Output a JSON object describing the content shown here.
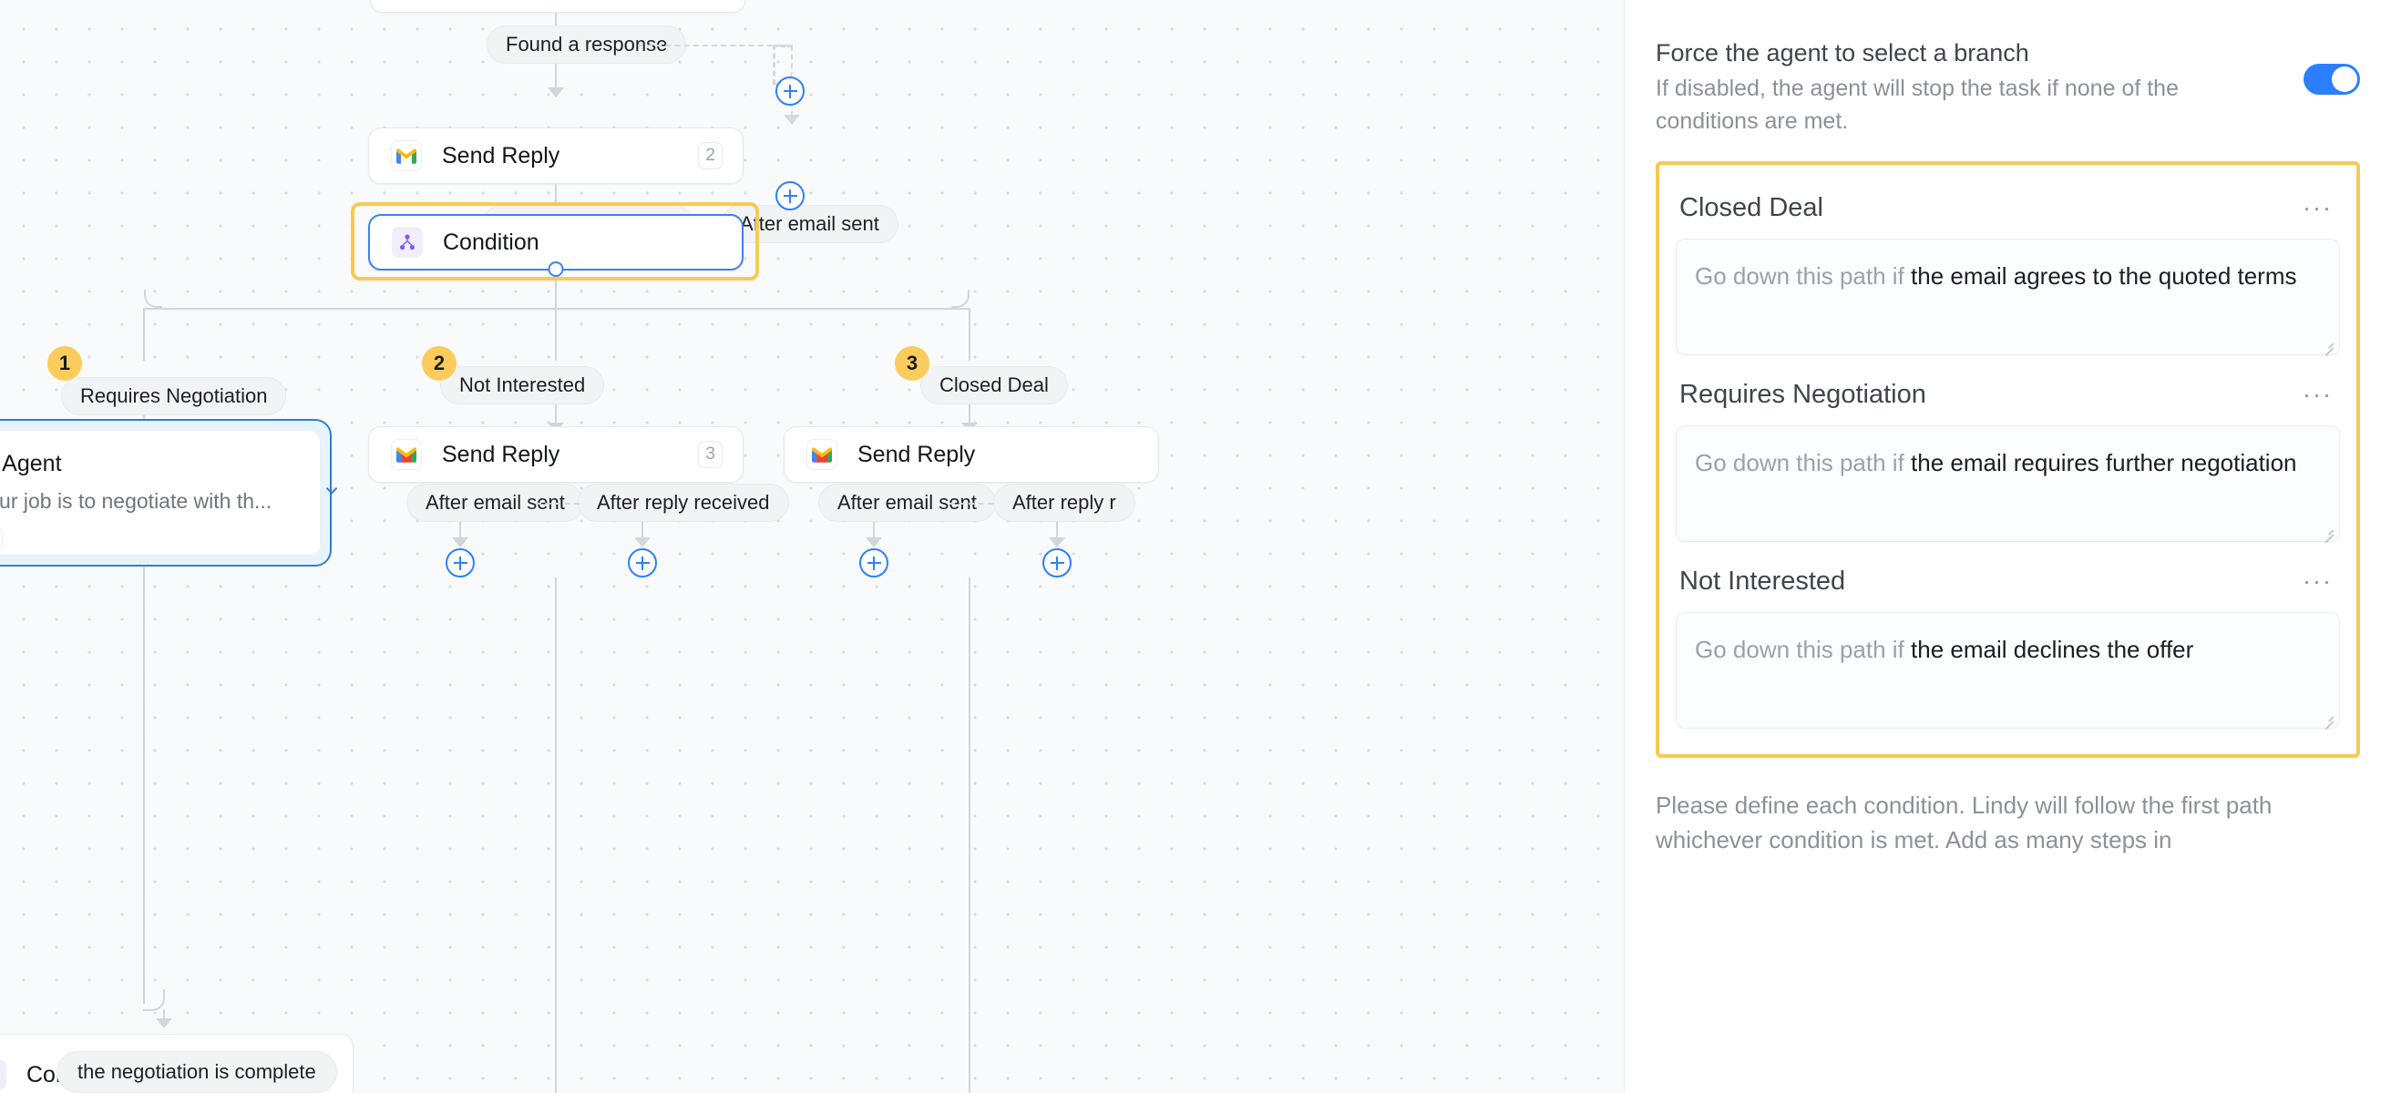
{
  "canvas": {
    "nodes": [
      {
        "id": "send-reply-top",
        "title": "Send Reply",
        "icon": "gmail-icon",
        "badge": "2"
      },
      {
        "id": "condition-main",
        "title": "Condition",
        "icon": "condition-icon",
        "badge": ""
      },
      {
        "id": "send-reply-mid",
        "title": "Send Reply",
        "icon": "gmail-icon",
        "badge": "3"
      },
      {
        "id": "send-reply-right",
        "title": "Send Reply",
        "icon": "gmail-icon",
        "badge": ""
      },
      {
        "id": "condition-bottom",
        "title": "Condition",
        "icon": "condition-icon",
        "badge": ""
      }
    ],
    "agent": {
      "title": "AI Agent",
      "subtitle": "Your job is to negotiate with th...",
      "icon": "gmail-icon"
    },
    "pills": {
      "found_response": "Found a response",
      "after_reply_received": "After reply received",
      "after_email_sent": "After email sent",
      "after_reply_clipped": "After reply r"
    },
    "branches": [
      {
        "num": "1",
        "label": "Requires Negotiation"
      },
      {
        "num": "2",
        "label": "Not Interested"
      },
      {
        "num": "3",
        "label": "Closed Deal"
      }
    ],
    "tooltip": "the negotiation is complete",
    "add_button_label": "+"
  },
  "panel": {
    "force": {
      "title": "Force the agent to select a branch",
      "description": "If disabled, the agent will stop the task if none of the conditions are met.",
      "toggle_on": true
    },
    "conditions": [
      {
        "name": "Closed Deal",
        "prefix": "Go down this path if ",
        "value": "the email agrees to the quoted terms",
        "menu": "···"
      },
      {
        "name": "Requires Negotiation",
        "prefix": "Go down this path if ",
        "value": "the email requires further negotiation",
        "menu": "···"
      },
      {
        "name": "Not Interested",
        "prefix": "Go down this path if ",
        "value": " the email declines the offer",
        "menu": "···"
      }
    ],
    "footnote": "Please define each condition. Lindy will follow the first path whichever condition is met. Add as many steps in"
  },
  "colors": {
    "accent_blue": "#2b7fff",
    "highlight_yellow": "#f7ca52",
    "badge_yellow": "#fbcc5c",
    "canvas_bg": "#f8fafc"
  }
}
